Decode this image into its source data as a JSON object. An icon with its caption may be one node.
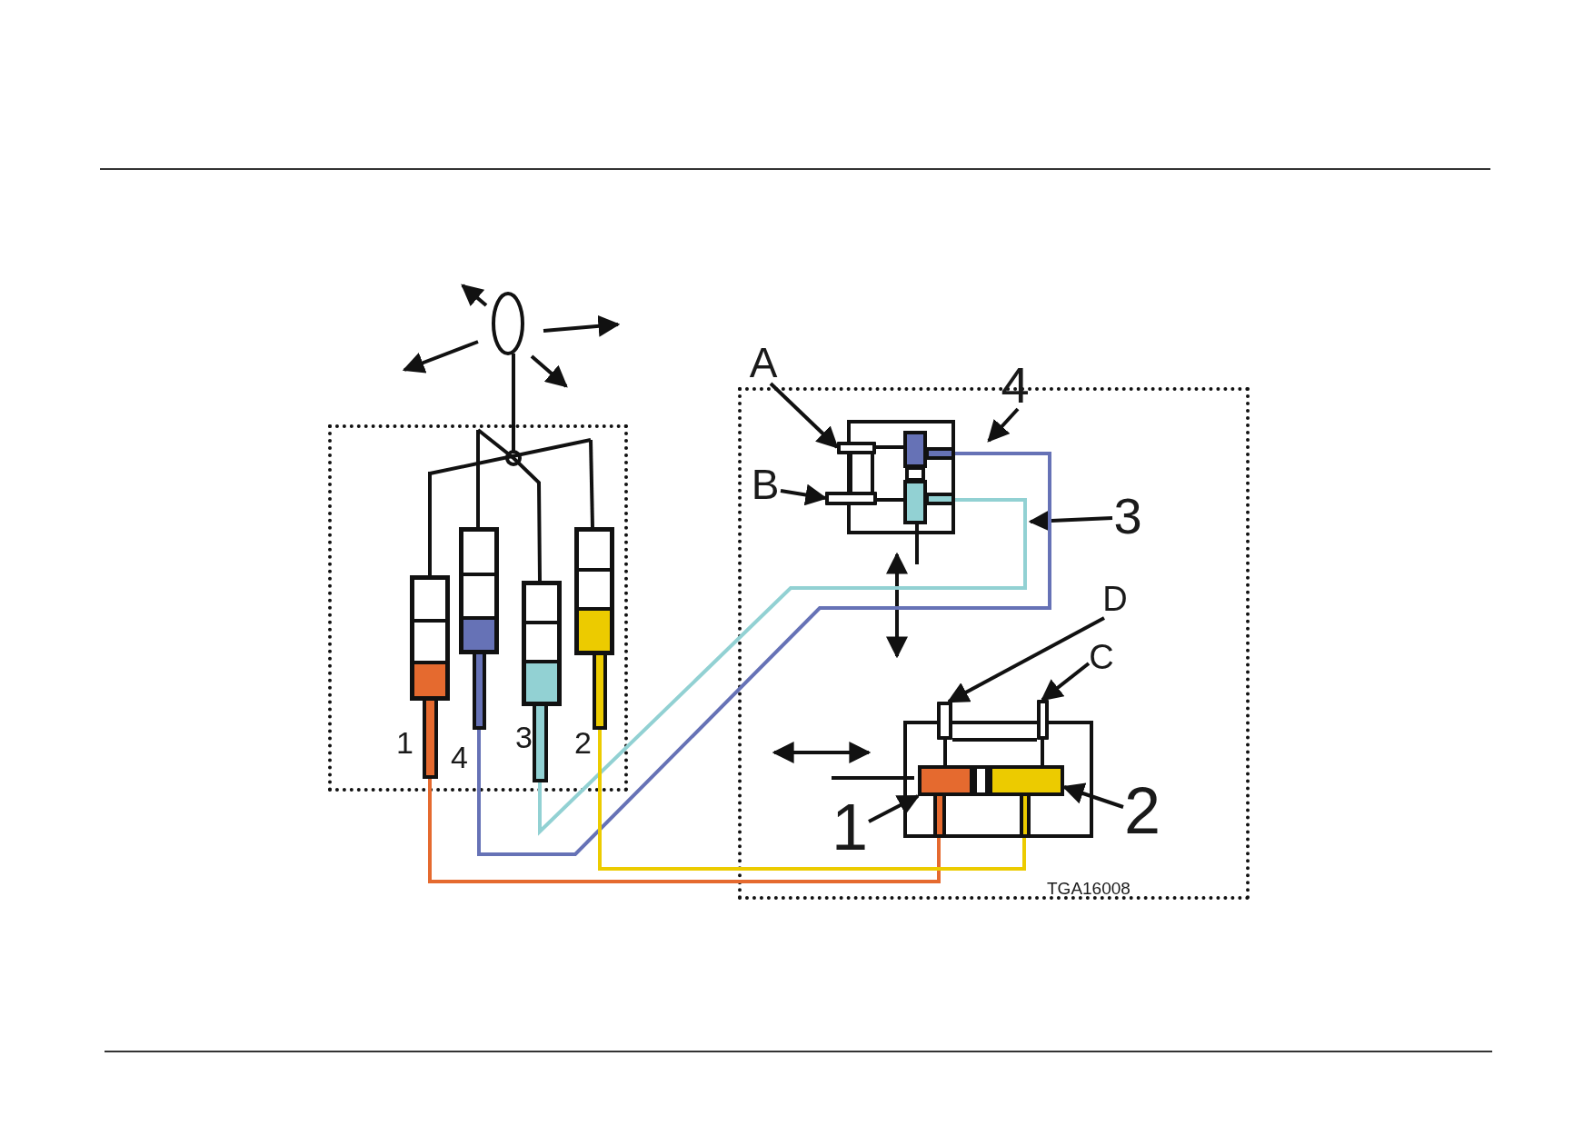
{
  "diagram": {
    "nodes": [
      {
        "text": [
          "A"
        ]
      },
      {
        "text": [
          "B"
        ]
      },
      {
        "text": [
          "4"
        ]
      },
      {
        "text": [
          "3"
        ]
      },
      {
        "text": [
          "D"
        ]
      },
      {
        "text": [
          "C"
        ]
      },
      {
        "text": [
          "1"
        ]
      },
      {
        "text": [
          "2"
        ]
      },
      {
        "text": [],
        "shape": "box"
      },
      {
        "text": [],
        "shape": "box"
      },
      {
        "text": [],
        "shape": "box"
      },
      {
        "text": [],
        "shape": "box"
      },
      {
        "text": [],
        "shape": "box"
      },
      {
        "text": [],
        "shape": "bar"
      },
      {
        "text": [],
        "shape": "bar"
      },
      {
        "text": [],
        "shape": "box",
        "in": 12
      },
      {
        "text": [],
        "shape": "box",
        "in": 12
      },
      {
        "text": [],
        "shape": "box"
      },
      {
        "text": [],
        "shape": "bar"
      },
      {
        "text": [],
        "shape": "bar"
      },
      {
        "text": [],
        "shape": "box",
        "in": 17
      },
      {
        "text": [],
        "shape": "box",
        "in": 17
      }
    ],
    "edges": [
      {
        "from": 0,
        "to": 13,
        "arrow": "to"
      },
      {
        "from": 1,
        "to": 14,
        "arrow": "to"
      },
      {
        "from": 2,
        "to": null,
        "arrow": "to"
      },
      {
        "from": 3,
        "to": null,
        "arrow": "to"
      },
      {
        "from": 4,
        "to": 18,
        "arrow": "to"
      },
      {
        "from": 5,
        "to": 19,
        "arrow": "to"
      },
      {
        "from": 6,
        "to": 20,
        "arrow": "to"
      },
      {
        "from": 7,
        "to": 21,
        "arrow": "to"
      },
      {
        "from": 8,
        "to": 20,
        "arrow": "none",
        "color": "#e56a2f"
      },
      {
        "from": 9,
        "to": 15,
        "arrow": "none",
        "color": "#6672b6"
      },
      {
        "from": 10,
        "to": 16,
        "arrow": "none",
        "color": "#92d1d3"
      },
      {
        "from": 11,
        "to": 21,
        "arrow": "none",
        "color": "#eccb00"
      }
    ],
    "labels": [
      "1",
      "4",
      "3",
      "2",
      "TGA16008"
    ]
  }
}
